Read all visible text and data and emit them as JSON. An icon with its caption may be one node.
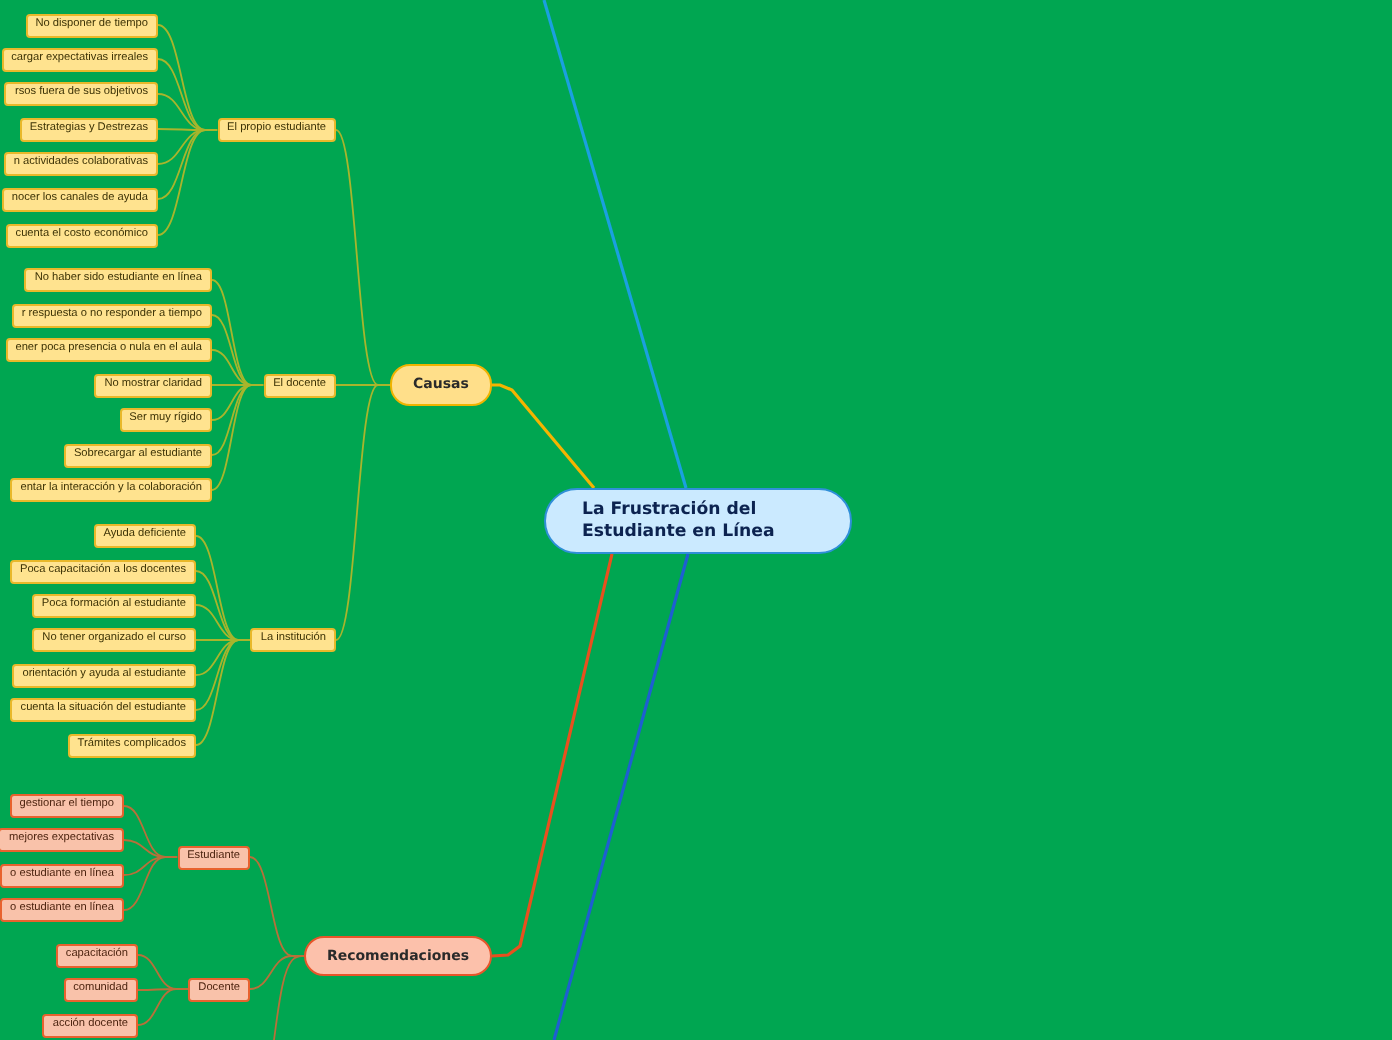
{
  "diagram": {
    "nodes": [
      {
        "text": [
          "La Frustración del Estudiante en Línea"
        ]
      },
      {
        "text": [
          "Causas"
        ]
      },
      {
        "text": [
          "El propio estudiante"
        ]
      },
      {
        "text": [
          "No disponer de tiempo"
        ]
      },
      {
        "text": [
          "cargar expectativas irreales"
        ]
      },
      {
        "text": [
          "rsos fuera de sus objetivos"
        ]
      },
      {
        "text": [
          "Estrategias y Destrezas"
        ]
      },
      {
        "text": [
          "n actividades colaborativas"
        ]
      },
      {
        "text": [
          "nocer los canales de ayuda"
        ]
      },
      {
        "text": [
          "cuenta el costo económico"
        ]
      },
      {
        "text": [
          "El docente"
        ]
      },
      {
        "text": [
          "No haber sido estudiante en línea"
        ]
      },
      {
        "text": [
          "r respuesta o no responder a tiempo"
        ]
      },
      {
        "text": [
          "ener poca presencia o nula en el aula"
        ]
      },
      {
        "text": [
          "No mostrar claridad"
        ]
      },
      {
        "text": [
          "Ser muy rígido"
        ]
      },
      {
        "text": [
          "Sobrecargar al estudiante"
        ]
      },
      {
        "text": [
          "entar la interacción y la colaboración"
        ]
      },
      {
        "text": [
          "La institución"
        ]
      },
      {
        "text": [
          "Ayuda deficiente"
        ]
      },
      {
        "text": [
          "Poca capacitación a los docentes"
        ]
      },
      {
        "text": [
          "Poca formación al estudiante"
        ]
      },
      {
        "text": [
          "No tener organizado el curso"
        ]
      },
      {
        "text": [
          "orientación y ayuda al estudiante"
        ]
      },
      {
        "text": [
          "cuenta la situación del estudiante"
        ]
      },
      {
        "text": [
          "Trámites complicados"
        ]
      },
      {
        "text": [
          "Recomendaciones"
        ]
      },
      {
        "text": [
          "Estudiante"
        ]
      },
      {
        "text": [
          "gestionar el tiempo"
        ]
      },
      {
        "text": [
          "mejores expectativas"
        ]
      },
      {
        "text": [
          "o estudiante en línea"
        ]
      },
      {
        "text": [
          "o estudiante en línea"
        ]
      },
      {
        "text": [
          "Docente"
        ]
      },
      {
        "text": [
          "capacitación"
        ]
      },
      {
        "text": [
          "comunidad"
        ]
      },
      {
        "text": [
          "acción docente"
        ]
      }
    ],
    "edges": [
      {
        "from": 0,
        "to": 1,
        "arrow": "none",
        "color": "#f5b400"
      },
      {
        "from": 0,
        "to": 26,
        "arrow": "none",
        "color": "#e8501e"
      },
      {
        "from": 0,
        "to": null,
        "arrow": "none",
        "color": "#1aa0e0"
      },
      {
        "from": 0,
        "to": null,
        "arrow": "none",
        "color": "#1e5fd2"
      },
      {
        "from": 1,
        "to": 2,
        "arrow": "none"
      },
      {
        "from": 1,
        "to": 10,
        "arrow": "none"
      },
      {
        "from": 1,
        "to": 18,
        "arrow": "none"
      },
      {
        "from": 2,
        "to": 3,
        "arrow": "none"
      },
      {
        "from": 2,
        "to": 4,
        "arrow": "none"
      },
      {
        "from": 2,
        "to": 5,
        "arrow": "none"
      },
      {
        "from": 2,
        "to": 6,
        "arrow": "none"
      },
      {
        "from": 2,
        "to": 7,
        "arrow": "none"
      },
      {
        "from": 2,
        "to": 8,
        "arrow": "none"
      },
      {
        "from": 2,
        "to": 9,
        "arrow": "none"
      },
      {
        "from": 10,
        "to": 11,
        "arrow": "none"
      },
      {
        "from": 10,
        "to": 12,
        "arrow": "none"
      },
      {
        "from": 10,
        "to": 13,
        "arrow": "none"
      },
      {
        "from": 10,
        "to": 14,
        "arrow": "none"
      },
      {
        "from": 10,
        "to": 15,
        "arrow": "none"
      },
      {
        "from": 10,
        "to": 16,
        "arrow": "none"
      },
      {
        "from": 10,
        "to": 17,
        "arrow": "none"
      },
      {
        "from": 18,
        "to": 19,
        "arrow": "none"
      },
      {
        "from": 18,
        "to": 20,
        "arrow": "none"
      },
      {
        "from": 18,
        "to": 21,
        "arrow": "none"
      },
      {
        "from": 18,
        "to": 22,
        "arrow": "none"
      },
      {
        "from": 18,
        "to": 23,
        "arrow": "none"
      },
      {
        "from": 18,
        "to": 24,
        "arrow": "none"
      },
      {
        "from": 18,
        "to": 25,
        "arrow": "none"
      },
      {
        "from": 26,
        "to": 27,
        "arrow": "none",
        "color": "#b8703a"
      },
      {
        "from": 26,
        "to": 32,
        "arrow": "none",
        "color": "#b8703a"
      },
      {
        "from": 26,
        "to": null,
        "arrow": "none",
        "color": "#b8703a"
      },
      {
        "from": 27,
        "to": 28,
        "arrow": "none",
        "color": "#b8703a"
      },
      {
        "from": 27,
        "to": 29,
        "arrow": "none",
        "color": "#b8703a"
      },
      {
        "from": 27,
        "to": 30,
        "arrow": "none",
        "color": "#b8703a"
      },
      {
        "from": 27,
        "to": 31,
        "arrow": "none",
        "color": "#b8703a"
      },
      {
        "from": 32,
        "to": 33,
        "arrow": "none",
        "color": "#b8703a"
      },
      {
        "from": 32,
        "to": 34,
        "arrow": "none",
        "color": "#b8703a"
      },
      {
        "from": 32,
        "to": 35,
        "arrow": "none",
        "color": "#b8703a"
      }
    ]
  }
}
